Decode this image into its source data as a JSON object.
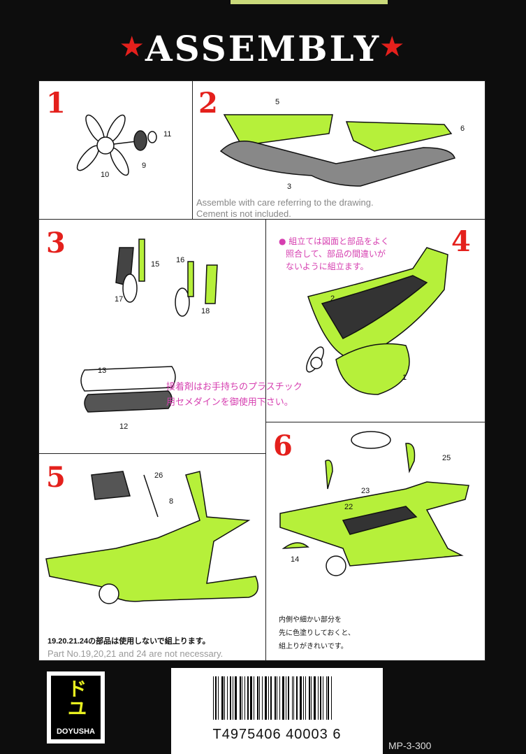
{
  "header": {
    "title": "ASSEMBLY",
    "star": "★"
  },
  "steps": [
    {
      "number": "1",
      "parts": [
        "11",
        "9",
        "10"
      ]
    },
    {
      "number": "2",
      "parts": [
        "5",
        "6",
        "3"
      ],
      "note": [
        "Assemble with care referring to the drawing.",
        "Cement is not included."
      ]
    },
    {
      "number": "3",
      "parts": [
        "15",
        "16",
        "17",
        "18",
        "13",
        "12"
      ]
    },
    {
      "number": "4",
      "parts": [
        "2",
        "1"
      ],
      "note_jp": [
        "● 組立ては図面と部品をよく",
        "照合して、部品の間違いが",
        "ないように組立ます。"
      ]
    },
    {
      "number": "5",
      "parts": [
        "26",
        "8"
      ]
    },
    {
      "number": "6",
      "parts": [
        "25",
        "23",
        "22",
        "14"
      ],
      "note_jp": [
        "内側や細かい部分を",
        "先に色塗りしておくと、",
        "組上りがきれいです。"
      ]
    }
  ],
  "cement_note_jp": [
    "接着剤はお手持ちのプラスチック",
    "用セメダインを御使用下さい。"
  ],
  "footer_note": {
    "jp": "19.20.21.24の部品は使用しないで組上ります。",
    "en": "Part No.19,20,21 and 24 are not necessary."
  },
  "brand": {
    "name": "DOYUSHA",
    "mark": "ドユ"
  },
  "barcode": "T4975406 40003 6",
  "product_code": "MP-3-300",
  "colors": {
    "green": "#b6f03a",
    "red": "#e4201c",
    "pink": "#d63fb0"
  }
}
